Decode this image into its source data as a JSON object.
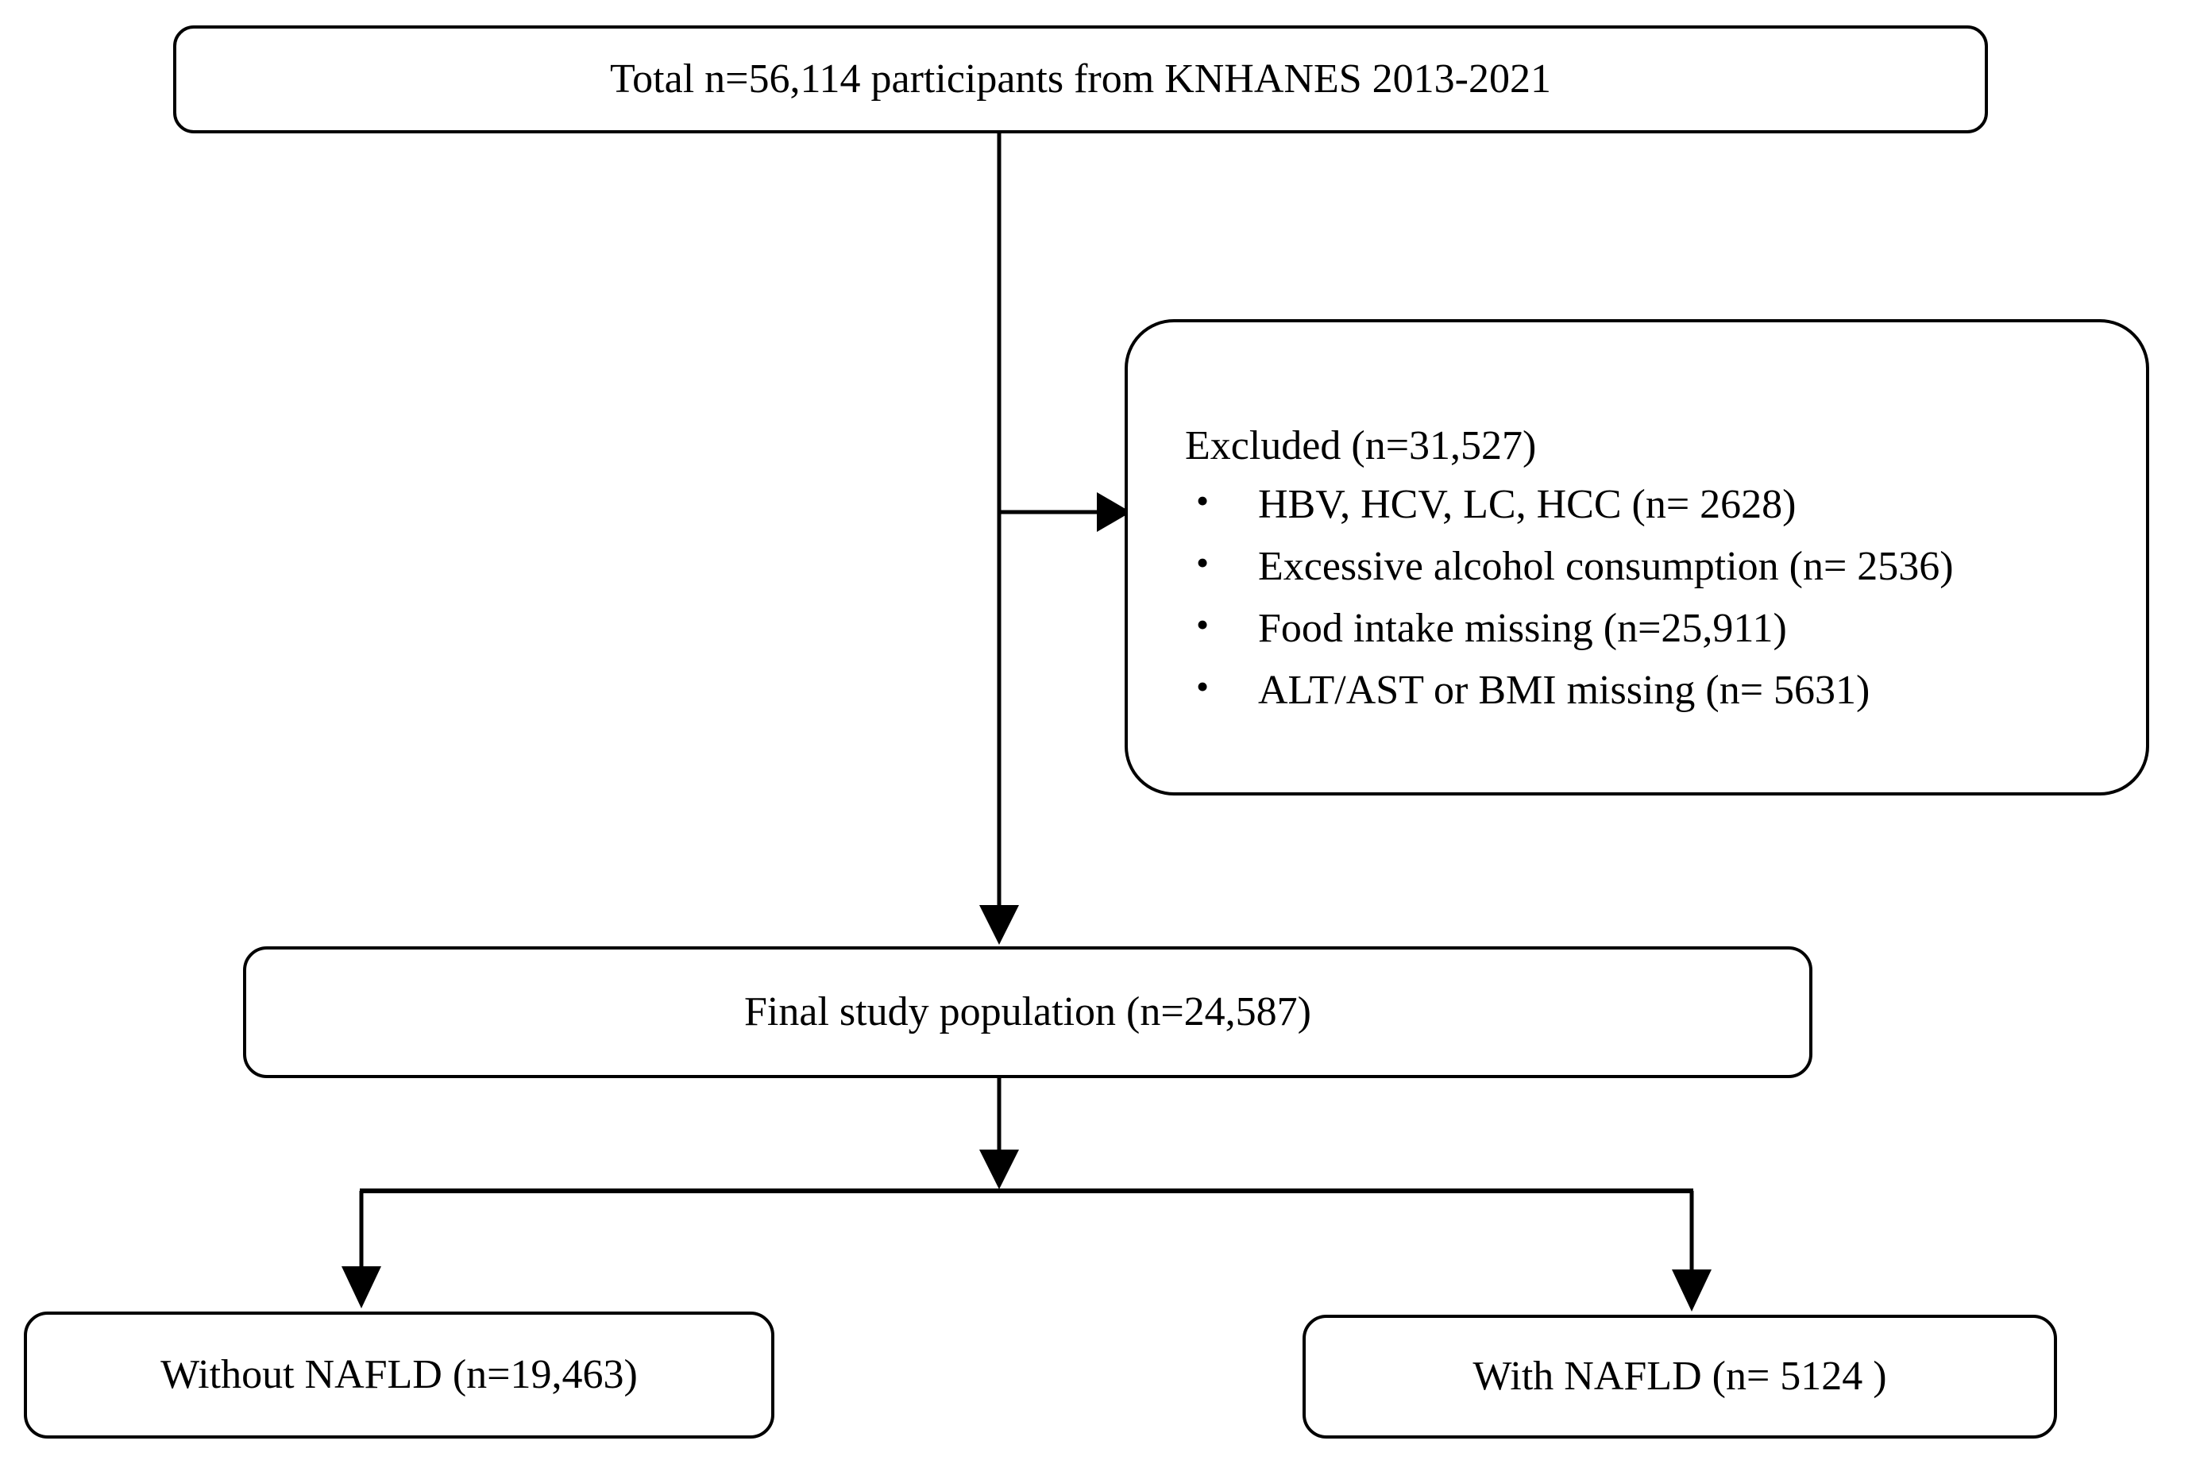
{
  "diagram": {
    "title": "NAFLD study participant flow diagram",
    "line_color": "#000000",
    "background_color": "#ffffff",
    "text_color": "#000000"
  },
  "nodes": {
    "total": {
      "label": "Total n=56,114 participants from KNHANES 2013-2021"
    },
    "excluded": {
      "heading": "Excluded (n=31,527)",
      "bullet_glyph": "•",
      "items": [
        "HBV, HCV, LC, HCC (n= 2628)",
        "Excessive alcohol consumption (n= 2536)",
        "Food intake missing (n=25,911)",
        "ALT/AST or BMI missing (n= 5631)"
      ]
    },
    "final": {
      "label": "Final study population (n=24,587)"
    },
    "without_nafld": {
      "label": "Without NAFLD (n=19,463)"
    },
    "with_nafld": {
      "label": "With NAFLD (n= 5124 )"
    }
  },
  "connectors": [
    {
      "name": "total-to-final",
      "from": "total",
      "to": "final",
      "kind": "vertical-arrow"
    },
    {
      "name": "total-to-excluded",
      "from": "total",
      "to": "excluded",
      "kind": "horizontal-arrow"
    },
    {
      "name": "final-to-split",
      "from": "final",
      "to": "split-bar",
      "kind": "vertical-arrow"
    },
    {
      "name": "split-to-without-nafld",
      "from": "split-bar",
      "to": "without_nafld",
      "kind": "elbow-arrow"
    },
    {
      "name": "split-to-with-nafld",
      "from": "split-bar",
      "to": "with_nafld",
      "kind": "elbow-arrow"
    }
  ]
}
